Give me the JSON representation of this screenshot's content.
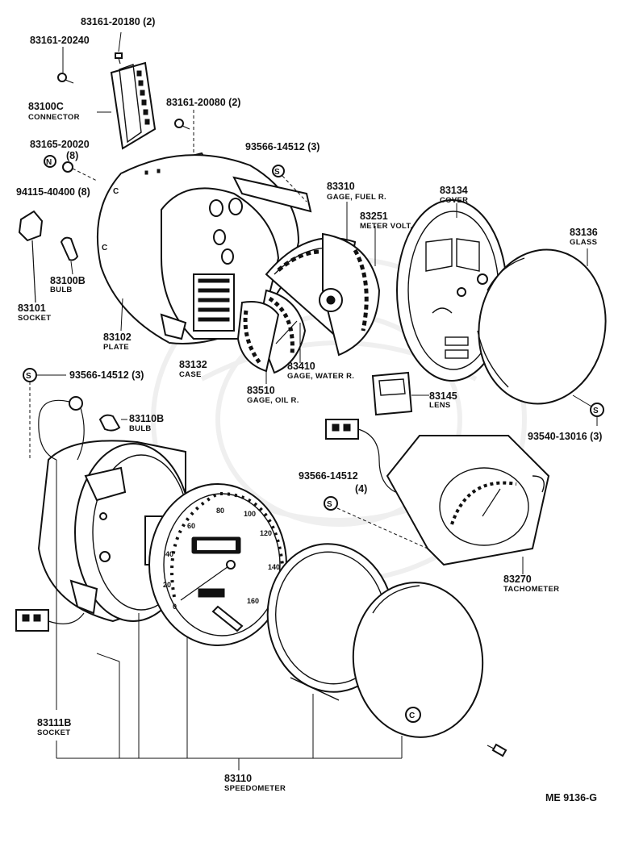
{
  "diagram_code": "ME 9136-G",
  "parts": {
    "p83161_20180": {
      "number": "83161-20180 (2)"
    },
    "p83161_20240": {
      "number": "83161-20240"
    },
    "p83100c": {
      "number": "83100C",
      "name": "CONNECTOR"
    },
    "p83161_20080": {
      "number": "83161-20080 (2)"
    },
    "p83165_20020": {
      "number": "83165-20020",
      "qty": "(8)"
    },
    "p94115_40400": {
      "number": "94115-40400 (8)"
    },
    "p93566_top": {
      "number": "93566-14512 (3)"
    },
    "p83100b": {
      "number": "83100B",
      "name": "BULB"
    },
    "p83101": {
      "number": "83101",
      "name": "SOCKET"
    },
    "p83102": {
      "number": "83102",
      "name": "PLATE"
    },
    "p83310": {
      "number": "83310",
      "name": "GAGE, FUEL R."
    },
    "p83251": {
      "number": "83251",
      "name": "METER VOLT."
    },
    "p83134": {
      "number": "83134",
      "name": "COVER"
    },
    "p83136": {
      "number": "83136",
      "name": "GLASS"
    },
    "p83132": {
      "number": "83132",
      "name": "CASE"
    },
    "p83410": {
      "number": "83410",
      "name": "GAGE, WATER R."
    },
    "p83510": {
      "number": "83510",
      "name": "GAGE, OIL R."
    },
    "p83145": {
      "number": "83145",
      "name": "LENS"
    },
    "p93540": {
      "number": "93540-13016 (3)"
    },
    "p93566_left": {
      "number": "93566-14512 (3)"
    },
    "p83110b": {
      "number": "83110B",
      "name": "BULB"
    },
    "p93566_right": {
      "number": "93566-14512",
      "qty": "(4)"
    },
    "p83270": {
      "number": "83270",
      "name": "TACHOMETER"
    },
    "p83111b": {
      "number": "83111B",
      "name": "SOCKET"
    },
    "p83110": {
      "number": "83110",
      "name": "SPEEDOMETER"
    }
  },
  "symbols": {
    "s": "S",
    "n": "N",
    "c": "C"
  },
  "dial_numbers": [
    "0",
    "20",
    "40",
    "60",
    "80",
    "100",
    "120",
    "140",
    "160"
  ]
}
